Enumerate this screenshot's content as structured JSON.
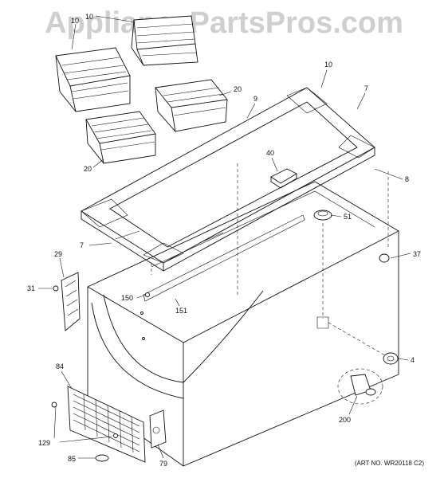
{
  "watermark": "AppliancePartsPros.com",
  "art_number": "(ART NO. WR20118 C2)",
  "callouts": {
    "c10a": "10",
    "c10b": "10",
    "c7a": "7",
    "c7b": "7",
    "c9": "9",
    "c20a": "20",
    "c20b": "20",
    "c8": "8",
    "c40": "40",
    "c51": "51",
    "c37": "37",
    "c29": "29",
    "c31": "31",
    "c150": "150",
    "c151": "151",
    "c84": "84",
    "c4": "4",
    "c200": "200",
    "c129": "129",
    "c85": "85",
    "c79": "79"
  }
}
